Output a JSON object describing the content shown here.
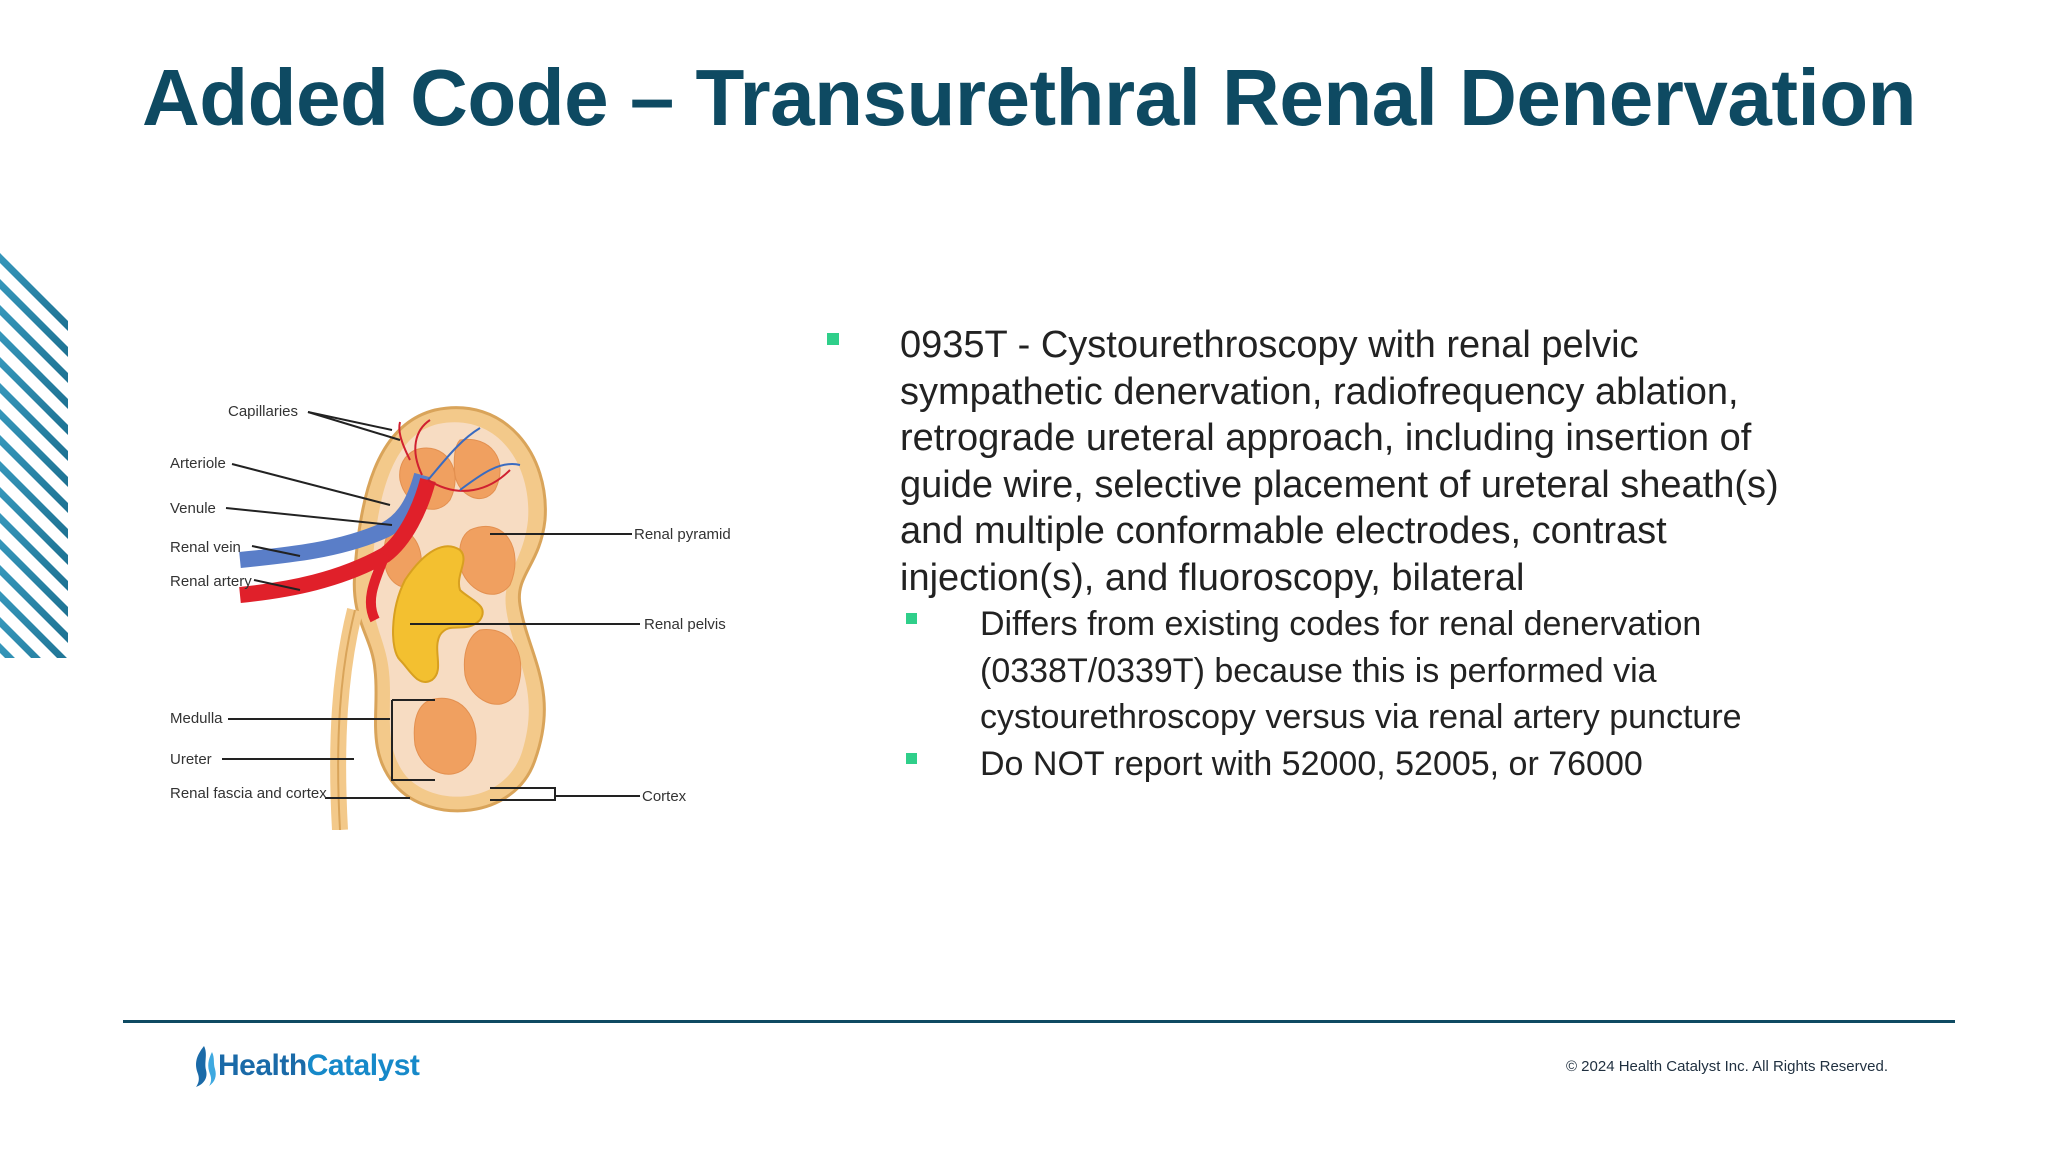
{
  "slide": {
    "title": "Added Code – Transurethral Renal Denervation"
  },
  "diagram": {
    "labels": {
      "capillaries": "Capillaries",
      "arteriole": "Arteriole",
      "venule": "Venule",
      "renal_vein": "Renal vein",
      "renal_artery": "Renal artery",
      "medulla": "Medulla",
      "ureter": "Ureter",
      "renal_fascia": "Renal fascia and cortex",
      "renal_pyramid": "Renal pyramid",
      "renal_pelvis": "Renal pelvis",
      "cortex": "Cortex"
    }
  },
  "bullets": {
    "main": "0935T - Cystourethroscopy with renal pelvic sympathetic denervation, radiofrequency ablation, retrograde ureteral approach, including insertion of guide wire, selective placement of ureteral sheath(s) and multiple conformable electrodes, contrast injection(s), and fluoroscopy, bilateral",
    "sub": [
      "Differs from existing codes for renal denervation (0338T/0339T) because this is performed via cystourethroscopy versus via renal artery puncture",
      "Do NOT report with 52000, 52005, or 76000"
    ]
  },
  "footer": {
    "logo_part1": "Health",
    "logo_part2": "Catalyst",
    "copyright": "© 2024 Health Catalyst Inc. All Rights Reserved."
  },
  "colors": {
    "title": "#0e4a62",
    "bullet": "#2fcf8a",
    "rule": "#0e4a62",
    "logo": "#1a6aa8"
  }
}
